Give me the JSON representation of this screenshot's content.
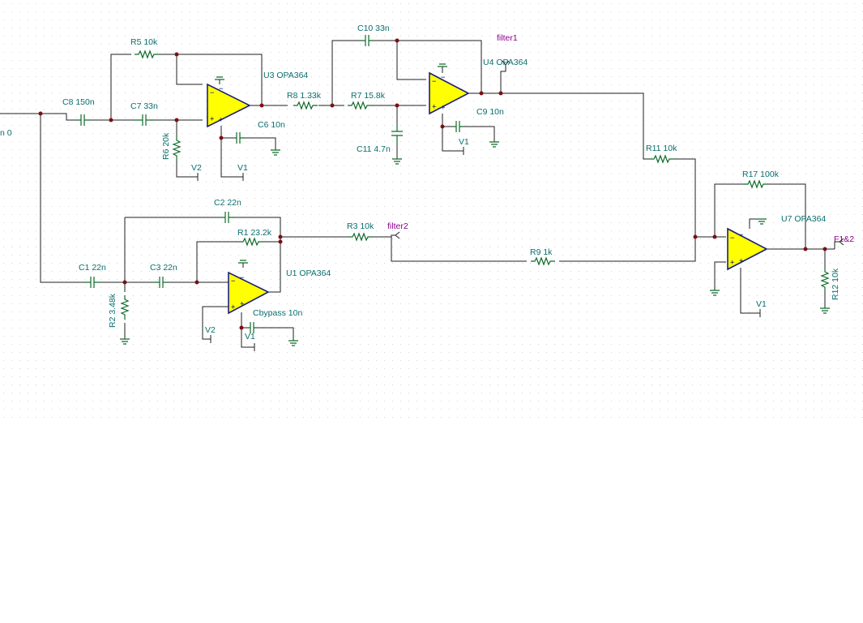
{
  "schematic": {
    "sources": {
      "vin": "n 0"
    },
    "opamps": {
      "u3": "U3 OPA364",
      "u4": "U4 OPA364",
      "u1": "U1 OPA364",
      "u7": "U7 OPA364"
    },
    "resistors": {
      "r5": "R5 10k",
      "r8": "R8 1.33k",
      "r7": "R7 15.8k",
      "r6": "R6 20k",
      "r11": "R11 10k",
      "r17": "R17 100k",
      "r1": "R1 23.2k",
      "r3": "R3 10k",
      "r9": "R9 1k",
      "r2": "R2 3.48k",
      "r12": "R12 10k"
    },
    "capacitors": {
      "c8": "C8 150n",
      "c7": "C7 33n",
      "c6": "C6 10n",
      "c10": "C10 33n",
      "c11": "C11 4.7n",
      "c9": "C9 10n",
      "c2": "C2 22n",
      "c1": "C1 22n",
      "c3": "C3 22n",
      "cbypass": "Cbypass 10n"
    },
    "supplies": {
      "v1": "V1",
      "v2": "V2"
    },
    "net_labels": {
      "filter1": "filter1",
      "filter2": "filter2",
      "out": "F1&2"
    }
  },
  "colors": {
    "wire": "#1f1f1f",
    "component": "#0f6b2a",
    "label": "#0a6e6e",
    "net_label": "#8b008b",
    "opamp_fill": "#ffff00",
    "opamp_stroke": "#1b1f7a"
  }
}
